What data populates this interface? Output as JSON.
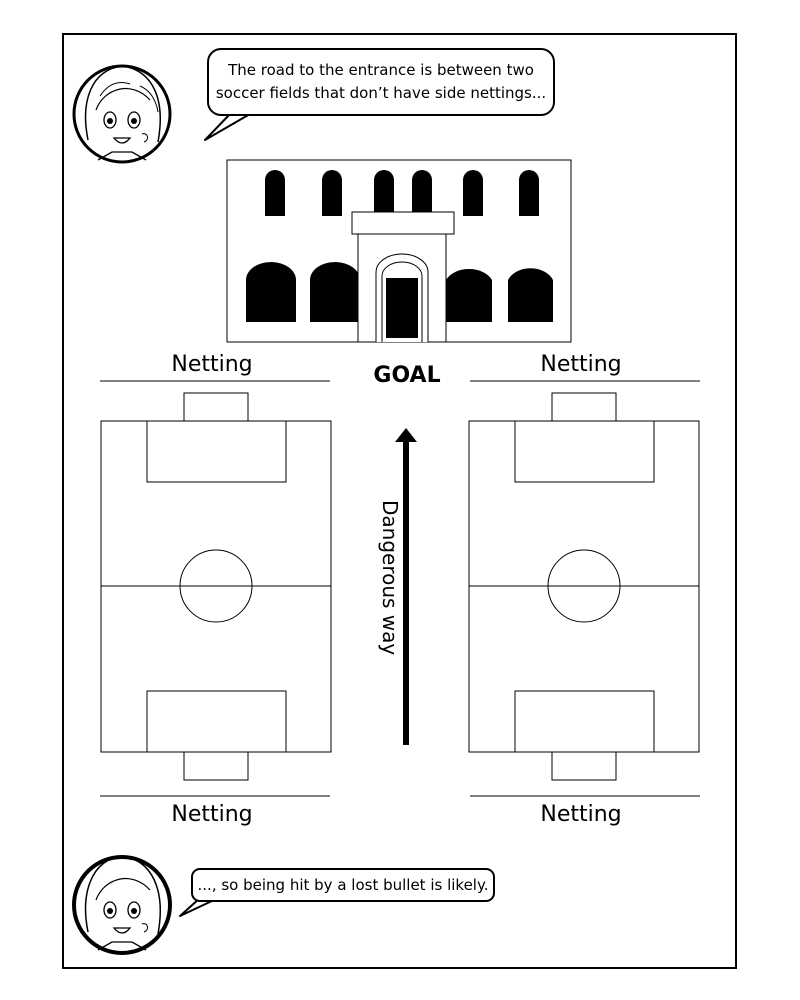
{
  "speech": {
    "top": "The road to the entrance is between two soccer fields that don’t have side nettings...",
    "bottom": "..., so being hit by a lost bullet is likely."
  },
  "labels": {
    "netting_top_left": "Netting",
    "netting_top_right": "Netting",
    "netting_bottom_left": "Netting",
    "netting_bottom_right": "Netting",
    "goal": "GOAL",
    "path": "Dangerous way"
  }
}
